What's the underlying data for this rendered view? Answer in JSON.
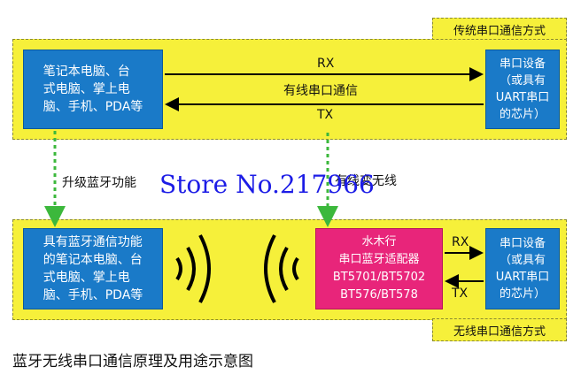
{
  "top_panel": {
    "tag": "传统串口通信方式",
    "left_box": [
      "笔记本电脑、台",
      "式电脑、掌上电",
      "脑、手机、PDA等"
    ],
    "right_box": [
      "串口设备",
      "（或具有",
      "UART串口",
      "的芯片）"
    ],
    "rx": "RX",
    "mid": "有线串口通信",
    "tx": "TX"
  },
  "bottom_panel": {
    "tag": "无线串口通信方式",
    "left_box": [
      "具有蓝牙通信功能",
      "的笔记本电脑、台",
      "式电脑、掌上电",
      "脑、手机、PDA等"
    ],
    "adapter_box": [
      "水木行",
      "串口蓝牙适配器",
      "BT5701/BT5702",
      "BT576/BT578"
    ],
    "right_box": [
      "串口设备",
      "（或具有",
      "UART串口",
      "的芯片）"
    ],
    "rx": "RX",
    "tx": "TX"
  },
  "upgrade_left": "升级蓝牙功能",
  "upgrade_right": "有线变无线",
  "watermark": "Store No.217966",
  "caption": "蓝牙无线串口通信原理及用途示意图",
  "colors": {
    "panel": "#f6f03a",
    "blue": "#1a7ac8",
    "pink": "#e8257a",
    "dash": "#3cb83c"
  }
}
